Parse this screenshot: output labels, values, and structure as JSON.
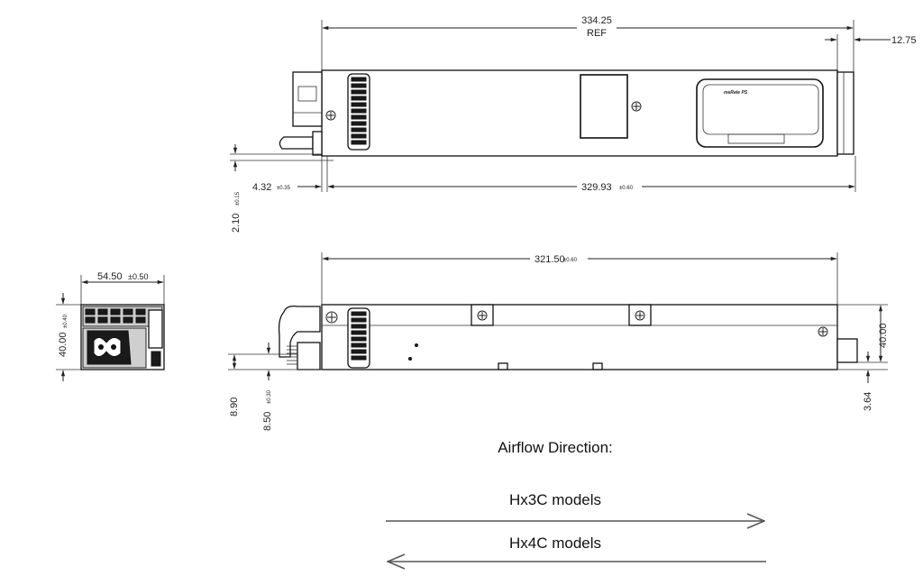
{
  "top_view": {
    "overall_length": "334.25",
    "overall_length_note": "REF",
    "rear_extension": "12.75",
    "connector_offset": "4.32",
    "connector_offset_tol": "±0.35",
    "body_length": "329.93",
    "body_length_tol": "±0.60",
    "vertical_offset": "2.10",
    "vertical_offset_tol": "±0.15",
    "label_text": "meRate PS"
  },
  "side_view": {
    "length": "321.50",
    "length_tol": "±0.60",
    "height": "40.00",
    "right_offset": "3.64",
    "left_offset_a": "8.90",
    "left_offset_b": "8.50",
    "left_offset_b_tol": "±0.30"
  },
  "end_view": {
    "width": "54.50",
    "width_tol": "±0.50",
    "height": "40.00",
    "height_tol": "±0.40"
  },
  "airflow": {
    "title": "Airflow Direction:",
    "forward_label": "Hx3C models",
    "reverse_label": "Hx4C models"
  }
}
